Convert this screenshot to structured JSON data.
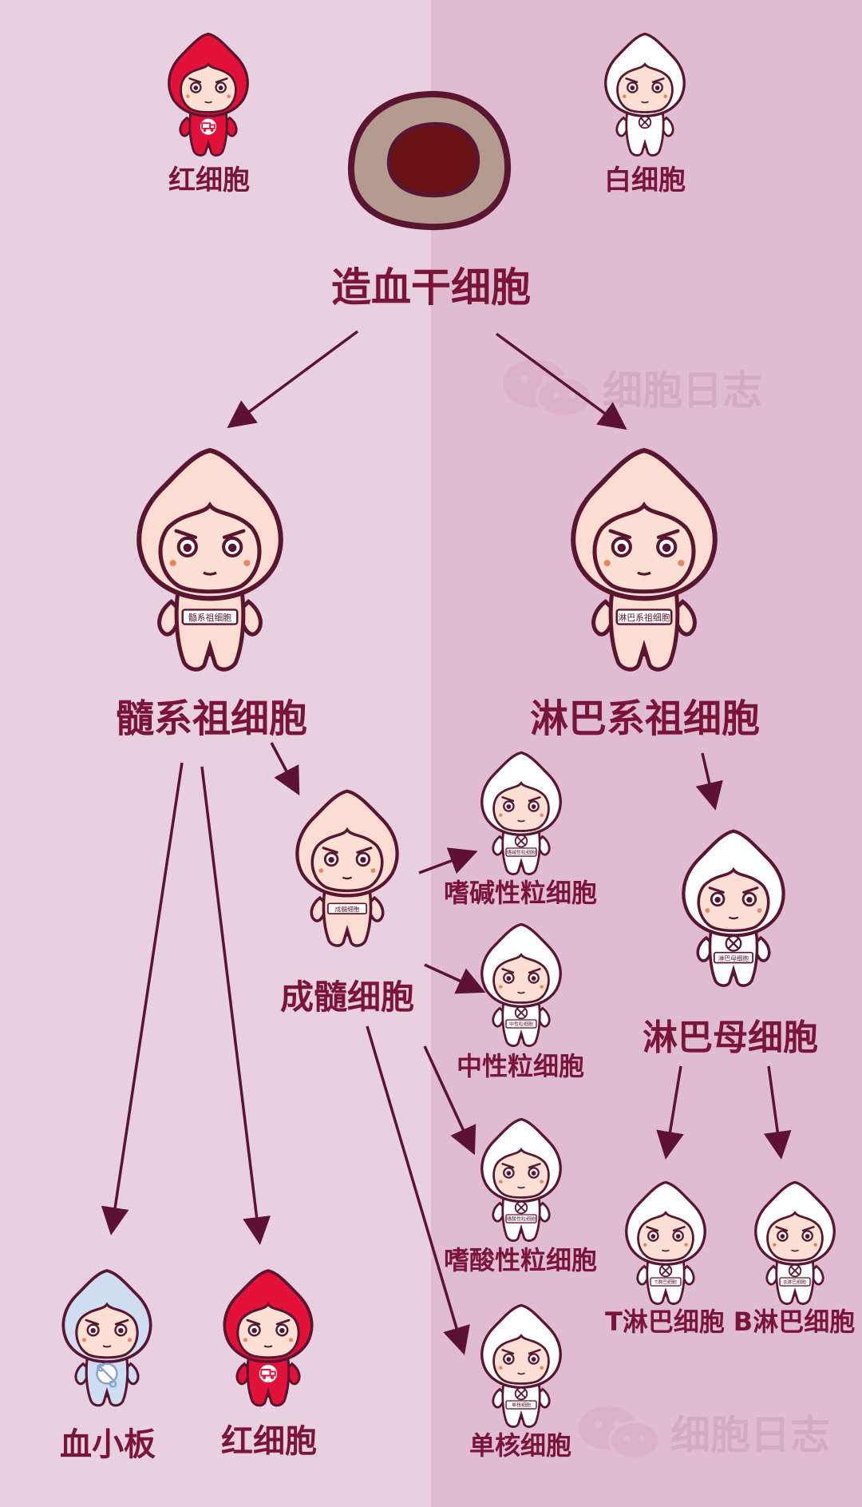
{
  "colors": {
    "left_bg": "#e9d0df",
    "right_bg": "#e0bcd3",
    "arrow": "#5c1230",
    "label": "#7a1438",
    "outline": "#5a1530",
    "skin": "#fbe0d3",
    "red_cell": "#e2113a",
    "wbc_hood": "#ffffff",
    "progenitor_hood": "#fbdcd0",
    "platelet_hood": "#cfdcf2",
    "stem_outer": "#b59a8f",
    "stem_nucleus": "#6a1214"
  },
  "legend": {
    "red_label": "红细胞",
    "white_label": "白细胞"
  },
  "stem": {
    "label": "造血干细胞"
  },
  "myeloid_progenitor": {
    "label": "髓系祖细胞",
    "shirt": "髓系祖细胞"
  },
  "lymphoid_progenitor": {
    "label": "淋巴系祖细胞",
    "shirt": "淋巴系祖细胞"
  },
  "myeloblast": {
    "label": "成髓细胞",
    "shirt": "成髓细胞"
  },
  "basophil": {
    "label": "嗜碱性粒细胞",
    "shirt": "嗜碱性粒细胞"
  },
  "neutrophil": {
    "label": "中性粒细胞",
    "shirt": "中性粒细胞"
  },
  "eosinophil": {
    "label": "嗜酸性粒细胞",
    "shirt": "嗜酸性粒细胞"
  },
  "monocyte": {
    "label": "单核细胞",
    "shirt": "单核细胞"
  },
  "lymphoblast": {
    "label": "淋巴母细胞",
    "shirt": "淋巴母细胞"
  },
  "t_cell": {
    "label": "T淋巴细胞",
    "shirt": "T淋巴细胞"
  },
  "b_cell": {
    "label": "B淋巴细胞",
    "shirt": "B淋巴细胞"
  },
  "platelet": {
    "label": "血小板",
    "icon": "wrench-icon"
  },
  "red_bottom": {
    "label": "红细胞",
    "icon": "truck-icon"
  },
  "watermark": {
    "text": "细胞日志",
    "icon": "wechat-icon"
  }
}
